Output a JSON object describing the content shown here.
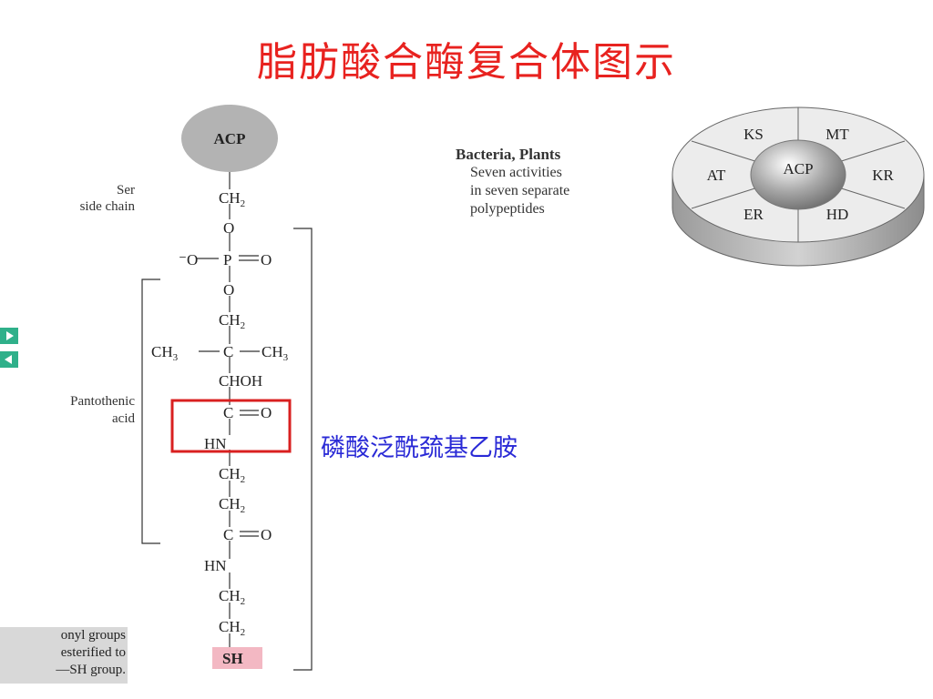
{
  "title": "脂肪酸合酶复合体图示",
  "structure": {
    "acp": "ACP",
    "ser_label_1": "Ser",
    "ser_label_2": "side chain",
    "ch2": "CH",
    "two": "2",
    "three": "3",
    "o": "O",
    "o_minus": "⁻O",
    "p": "P",
    "o_right": "O",
    "ch3": "CH",
    "c": "C",
    "choh": "CHOH",
    "hn": "HN",
    "sh": "SH",
    "pantothenic_1": "Pantothenic",
    "pantothenic_2": "acid"
  },
  "annotation_cn": "磷酸泛酰巯基乙胺",
  "side_note": {
    "line1": "onyl groups",
    "line2": "esterified to",
    "line3": "—SH group."
  },
  "bacteria": {
    "heading": "Bacteria, Plants",
    "line1": "Seven activities",
    "line2": "in seven separate",
    "line3": "polypeptides"
  },
  "complex": {
    "center": "ACP",
    "segments": [
      "KS",
      "MT",
      "KR",
      "HD",
      "ER",
      "AT"
    ]
  },
  "colors": {
    "title": "#e8221f",
    "highlight_box": "#d92020",
    "annotation": "#2a2ad6",
    "sh_bg": "#f3b8c3",
    "nav": "#2fb08a"
  }
}
